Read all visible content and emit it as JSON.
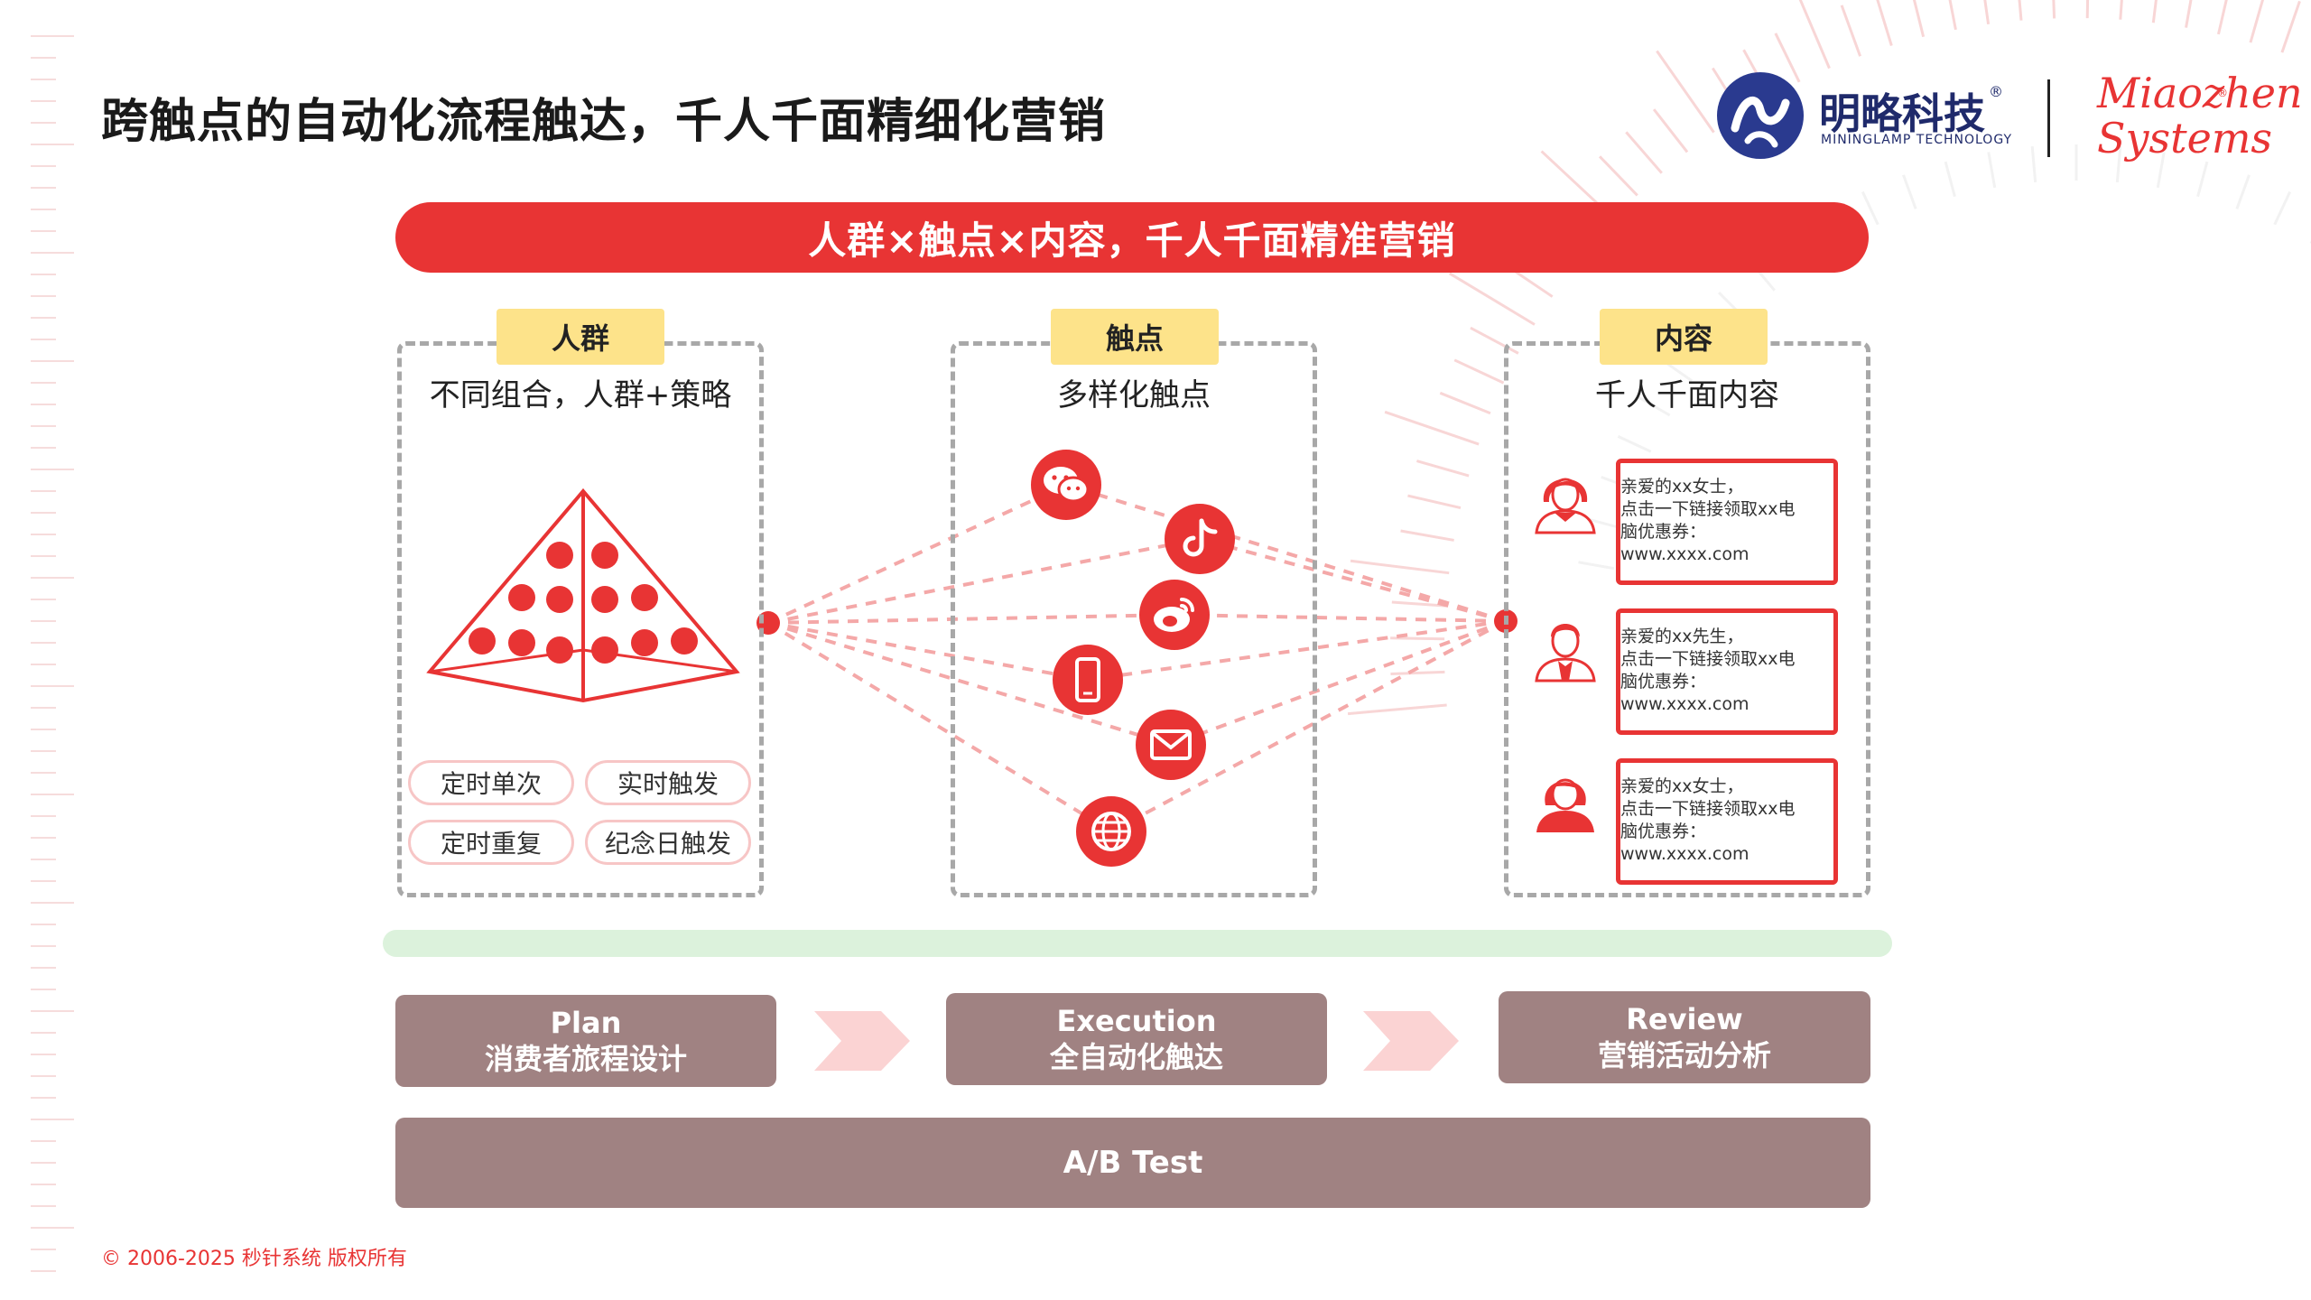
{
  "title": "跨触点的自动化流程触达，千人千面精细化营销",
  "brand": {
    "name_cn": "明略科技",
    "reg_mark": "®",
    "name_en": "MININGLAMP TECHNOLOGY",
    "partner_line1": "Miaozhen",
    "partner_line2": "Systems",
    "partner_reg": "®"
  },
  "banner": "人群×触点×内容，千人千面精准营销",
  "columns": [
    {
      "tab": "人群",
      "subtitle": "不同组合，人群+策略",
      "pills": [
        "定时单次",
        "实时触发",
        "定时重复",
        "纪念日触发"
      ]
    },
    {
      "tab": "触点",
      "subtitle": "多样化触点",
      "icons": [
        "wechat-icon",
        "tiktok-icon",
        "weibo-icon",
        "mobile-icon",
        "email-icon",
        "web-icon"
      ]
    },
    {
      "tab": "内容",
      "subtitle": "千人千面内容",
      "messages": [
        {
          "avatar": "female-avatar-icon",
          "lines": [
            "亲爱的xx女士，",
            "点击一下链接领取xx电",
            "脑优惠券：",
            "www.xxxx.com"
          ]
        },
        {
          "avatar": "male-avatar-icon",
          "lines": [
            "亲爱的xx先生，",
            "点击一下链接领取xx电",
            "脑优惠券：",
            "www.xxxx.com"
          ]
        },
        {
          "avatar": "female-avatar-icon",
          "lines": [
            "亲爱的xx女士，",
            "点击一下链接领取xx电",
            "脑优惠券：",
            "www.xxxx.com"
          ]
        }
      ]
    }
  ],
  "stages": [
    {
      "en": "Plan",
      "cn": "消费者旅程设计"
    },
    {
      "en": "Execution",
      "cn": "全自动化触达"
    },
    {
      "en": "Review",
      "cn": "营销活动分析"
    }
  ],
  "ab_test": "A/B Test",
  "copyright": "© 2006-2025 秒针系统 版权所有",
  "colors": {
    "accent": "#e83434",
    "tab_yellow": "#fde38a",
    "stage_mauve": "#a08282",
    "band_green": "#dcf2dc",
    "brand_navy": "#1f2a6b"
  }
}
